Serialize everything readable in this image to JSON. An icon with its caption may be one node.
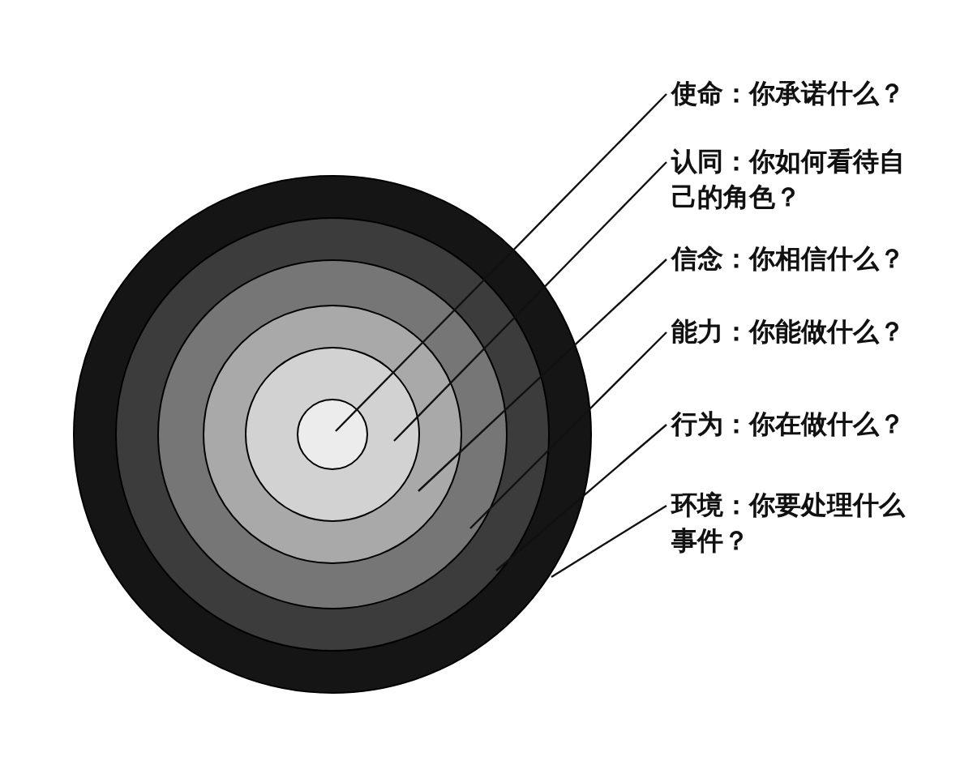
{
  "diagram": {
    "nodes": [
      {
        "text": [],
        "shape": "circle"
      },
      {
        "text": [],
        "shape": "circle",
        "in": 0
      },
      {
        "text": [],
        "shape": "circle",
        "in": 1
      },
      {
        "text": [],
        "shape": "circle",
        "in": 2
      },
      {
        "text": [],
        "shape": "circle",
        "in": 3
      },
      {
        "text": [],
        "shape": "circle",
        "in": 4
      },
      {
        "text": [
          "使命：你承诺什么？"
        ]
      },
      {
        "text": [
          "认同：你如何看待自己的角色？"
        ]
      },
      {
        "text": [
          "信念：你相信什么？"
        ]
      },
      {
        "text": [
          "能力：你能做什么？"
        ]
      },
      {
        "text": [
          "行为：你在做什么？"
        ]
      },
      {
        "text": [
          "环境：你要处理什么事件？"
        ]
      }
    ],
    "edges": [
      {
        "from": 6,
        "to": 5,
        "arrow": "none"
      },
      {
        "from": 7,
        "to": 4,
        "arrow": "none"
      },
      {
        "from": 8,
        "to": 3,
        "arrow": "none"
      },
      {
        "from": 9,
        "to": 2,
        "arrow": "none"
      },
      {
        "from": 10,
        "to": 1,
        "arrow": "none"
      },
      {
        "from": 11,
        "to": 0,
        "arrow": "none"
      }
    ]
  }
}
